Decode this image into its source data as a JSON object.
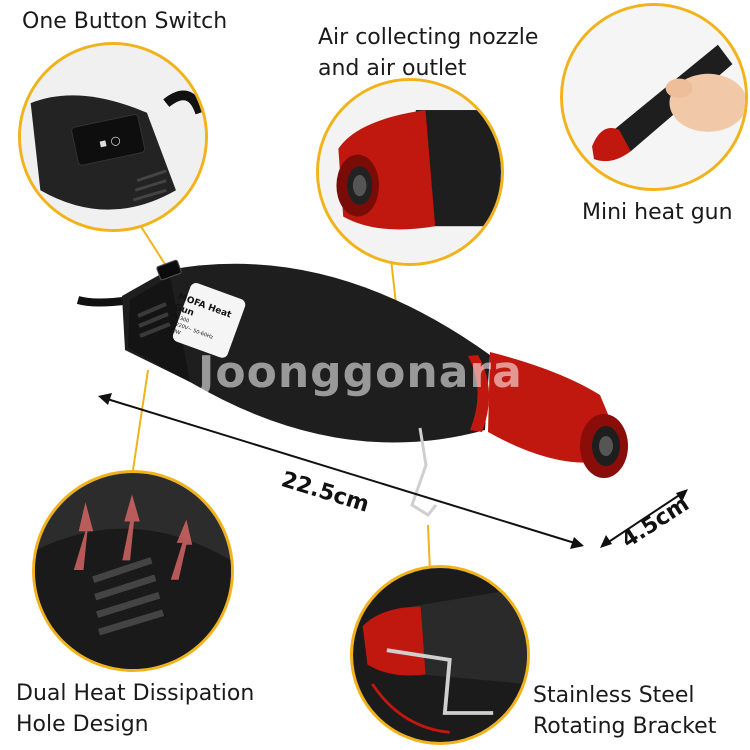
{
  "labels": {
    "switch": "One Button Switch",
    "nozzle": [
      "Air collecting nozzle",
      "and air outlet"
    ],
    "mini": "Mini heat gun",
    "dissipation": [
      "Dual Heat Dissipation",
      "Hole Design"
    ],
    "bracket": [
      "Stainless Steel",
      "Rotating Bracket"
    ]
  },
  "dimensions": {
    "length": "22.5cm",
    "width": "4.5cm"
  },
  "product_label": {
    "brand": "MOFA",
    "name": "Heat Gun",
    "specs": "AC220V~  50-60Hz  300W",
    "model": "MF-300"
  },
  "watermark": "Joonggonara",
  "colors": {
    "accent": "#f2b21a",
    "body": "#1e1e1e",
    "nozzle": "#c0170f"
  }
}
